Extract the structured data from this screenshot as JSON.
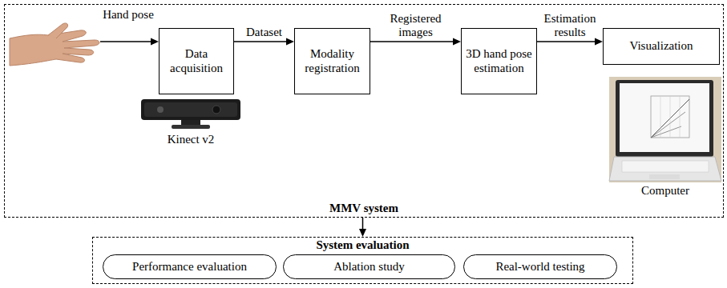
{
  "diagram": {
    "nodes": [
      {
        "text": [
          "MMV system"
        ]
      },
      {
        "text": [
          "Data acquisition"
        ],
        "in": 0
      },
      {
        "text": [
          "Modality registration"
        ],
        "in": 0
      },
      {
        "text": [
          "3D hand pose estimation"
        ],
        "in": 0
      },
      {
        "text": [
          "Visualization"
        ],
        "in": 0
      },
      {
        "text": [
          "System evaluation"
        ]
      },
      {
        "text": [
          "Performance evaluation"
        ],
        "in": 5
      },
      {
        "text": [
          "Ablation study"
        ],
        "in": 5
      },
      {
        "text": [
          "Real-world testing"
        ],
        "in": 5
      }
    ],
    "edges": [
      {
        "from": 1,
        "to": 2,
        "label": "Dataset",
        "arrow": "to"
      },
      {
        "from": 2,
        "to": 3,
        "label": "Registered images",
        "arrow": "to"
      },
      {
        "from": 3,
        "to": 4,
        "label": "Estimation results",
        "arrow": "to"
      },
      {
        "from": 0,
        "to": 5,
        "arrow": "to"
      }
    ],
    "labels": [
      "Hand pose",
      "Kinect v2",
      "Computer"
    ]
  }
}
